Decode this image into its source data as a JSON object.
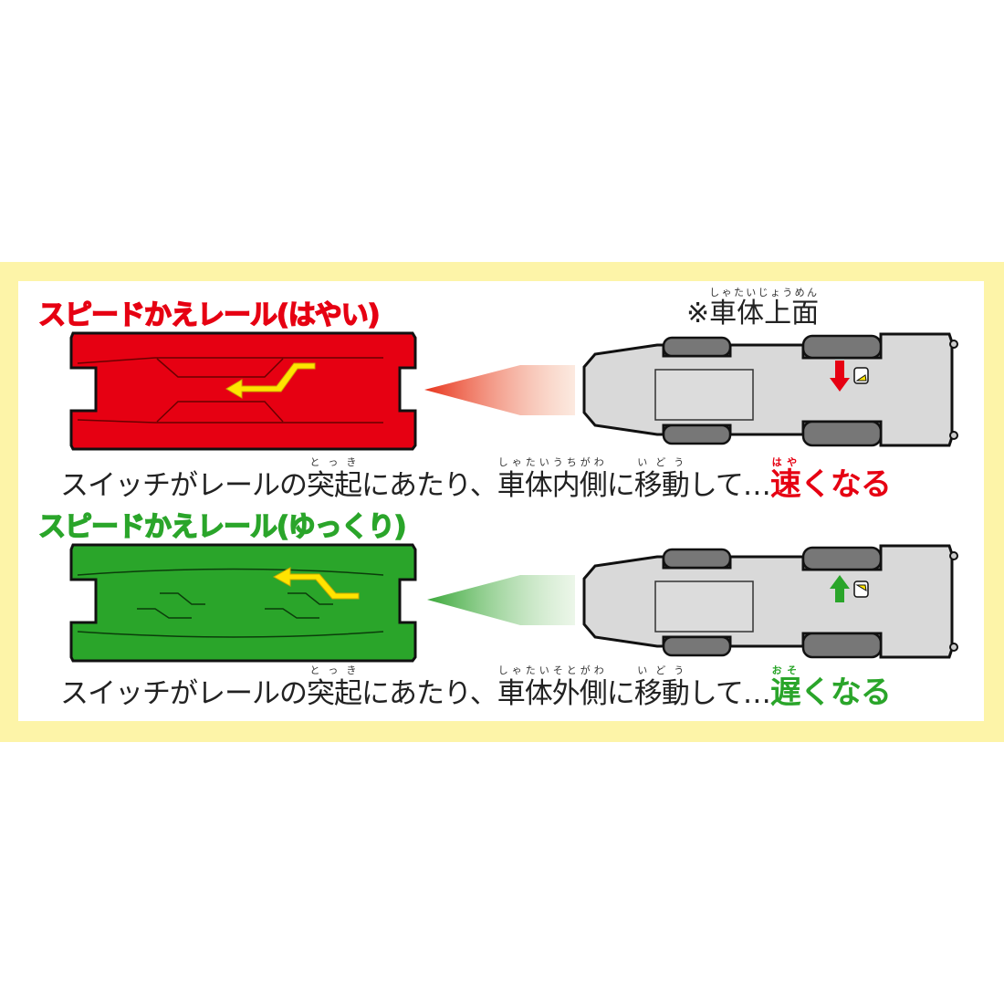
{
  "fast": {
    "title": "スピードかえレール(はやい)",
    "rail_color": "#e60012",
    "line_a": "スイッチがレールの",
    "ruby_tokki": "突起",
    "ruby_tokki_rt": "とっき",
    "line_b": "にあたり、",
    "ruby_shatai": "車体内側",
    "ruby_shatai_rt": "しゃたいうちがわ",
    "line_c": "に",
    "ruby_idou": "移動",
    "ruby_idou_rt": "いどう",
    "line_d": "して…",
    "result": "速",
    "result_rt": "はや",
    "result_tail": "くなる"
  },
  "slow": {
    "title": "スピードかえレール(ゆっくり)",
    "rail_color": "#2aa52a",
    "line_a": "スイッチがレールの",
    "ruby_tokki": "突起",
    "ruby_tokki_rt": "とっき",
    "line_b": "にあたり、",
    "ruby_shatai": "車体外側",
    "ruby_shatai_rt": "しゃたいそとがわ",
    "line_c": "に",
    "ruby_idou": "移動",
    "ruby_idou_rt": "いどう",
    "line_d": "して…",
    "result": "遅",
    "result_rt": "おそ",
    "result_tail": "くなる"
  },
  "note": {
    "mark": "※",
    "text": "車体上面",
    "text_rt": "しゃたいじょうめん"
  },
  "colors": {
    "band": "#fdf4a8",
    "fast": "#e60012",
    "slow": "#2aa52a",
    "arrow_yellow": "#ffe400",
    "body_gray": "#d9d9d9"
  }
}
